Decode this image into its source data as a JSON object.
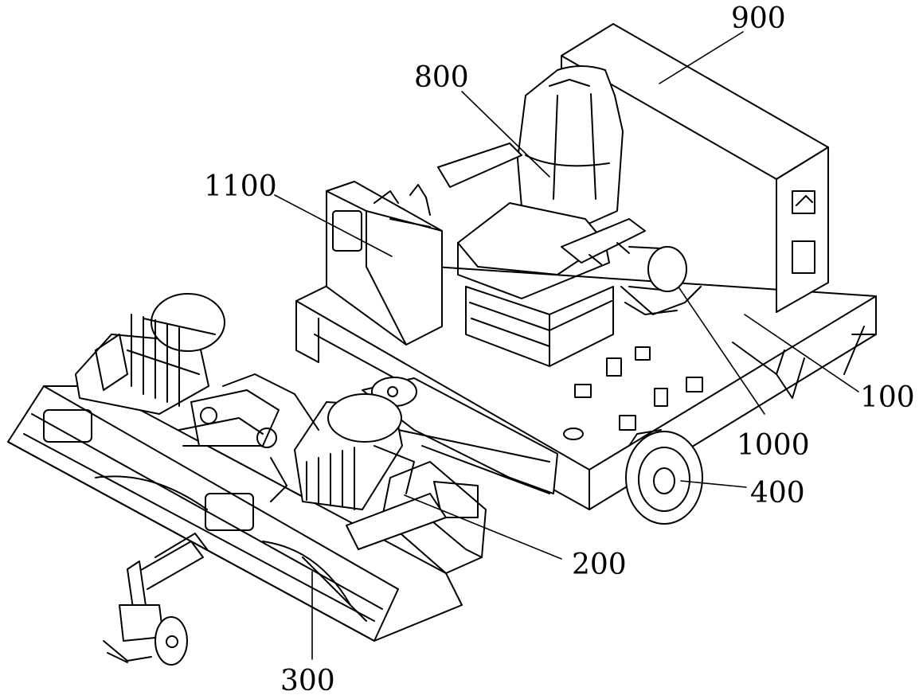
{
  "figure": {
    "labels": {
      "l900": "900",
      "l800": "800",
      "l1100": "1100",
      "l100": "100",
      "l1000": "1000",
      "l400": "400",
      "l200": "200",
      "l300": "300"
    },
    "colors": {
      "line": "#000000",
      "paper": "#ffffff",
      "shade": "#e6e6e6"
    }
  }
}
